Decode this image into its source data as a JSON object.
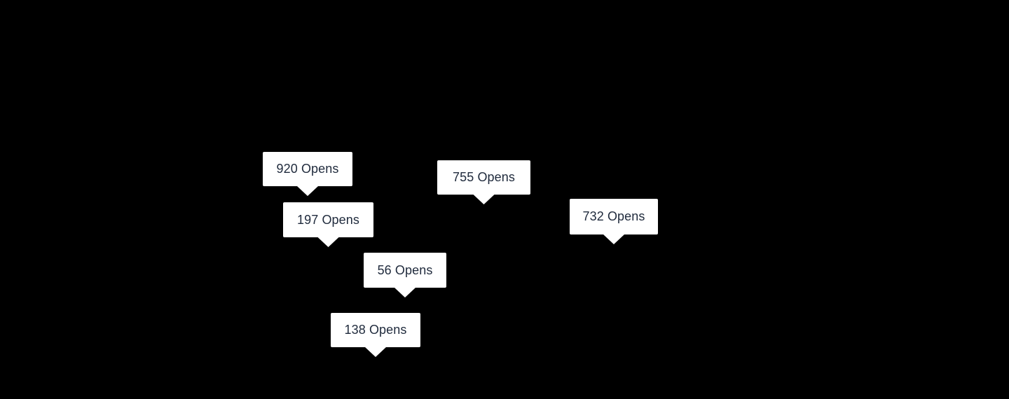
{
  "canvas": {
    "background_color": "#000000"
  },
  "tooltip_style": {
    "background_color": "#ffffff",
    "text_color": "#1f2a3c"
  },
  "tooltips": [
    {
      "label": "920 Opens"
    },
    {
      "label": "197 Opens"
    },
    {
      "label": "56 Opens"
    },
    {
      "label": "138 Opens"
    },
    {
      "label": "755 Opens"
    },
    {
      "label": "732 Opens"
    }
  ]
}
